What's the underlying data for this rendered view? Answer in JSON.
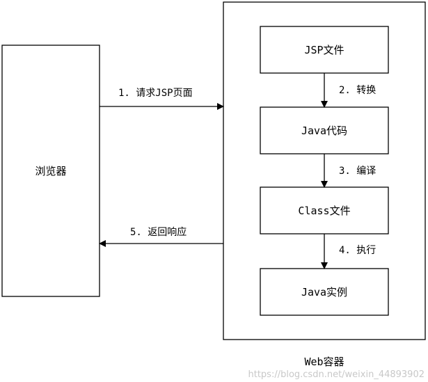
{
  "browser": {
    "label": "浏览器"
  },
  "server": {
    "label": "Web容器"
  },
  "steps": {
    "request": "1. 请求JSP页面",
    "response": "5. 返回响应",
    "translate": "2. 转换",
    "compile": "3. 编译",
    "execute": "4. 执行"
  },
  "stages": {
    "jsp_file": "JSP文件",
    "java_code": "Java代码",
    "class_file": "Class文件",
    "java_instance": "Java实例"
  },
  "watermark": "https://blog.csdn.net/weixin_44893902",
  "colors": {
    "stroke": "#000000",
    "watermark": "#c8c8c8"
  }
}
